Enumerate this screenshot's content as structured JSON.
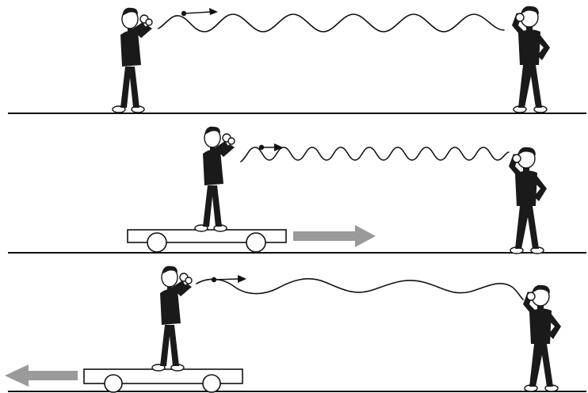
{
  "colors": {
    "ink": "#111111",
    "motion_arrow": "#9a9a9a",
    "background": "#ffffff"
  },
  "panels": [
    {
      "cart_motion": "none",
      "wave_cycles": 9
    },
    {
      "cart_motion": "right",
      "wave_cycles": 13
    },
    {
      "cart_motion": "left",
      "wave_cycles": 5
    }
  ]
}
